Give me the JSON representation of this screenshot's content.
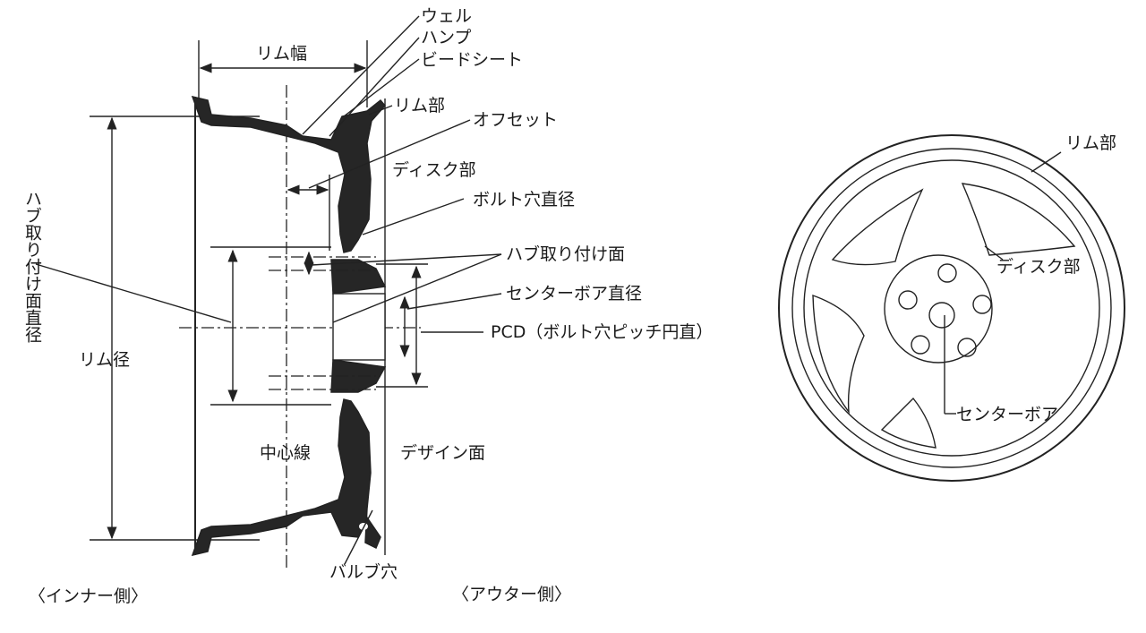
{
  "left_diagram": {
    "labels": {
      "well": "ウェル",
      "hump": "ハンプ",
      "bead_seat": "ビードシート",
      "rim_width": "リム幅",
      "rim_part": "リム部",
      "offset": "オフセット",
      "disk_part": "ディスク部",
      "bolt_hole_diameter": "ボルト穴直径",
      "hub_mounting_surface": "ハブ取り付け面",
      "center_bore_diameter": "センターボア直径",
      "pcd": "PCD（ボルト穴ピッチ円直）",
      "hub_mounting_surface_diameter": "ハブ取り付け面直径",
      "rim_diameter": "リム径",
      "center_line": "中心線",
      "design_surface": "デザイン面",
      "valve_hole": "バルブ穴",
      "inner_side": "〈インナー側〉",
      "outer_side": "〈アウター側〉"
    }
  },
  "right_diagram": {
    "labels": {
      "rim_part": "リム部",
      "disk_part": "ディスク部",
      "center_bore": "センターボア"
    }
  }
}
